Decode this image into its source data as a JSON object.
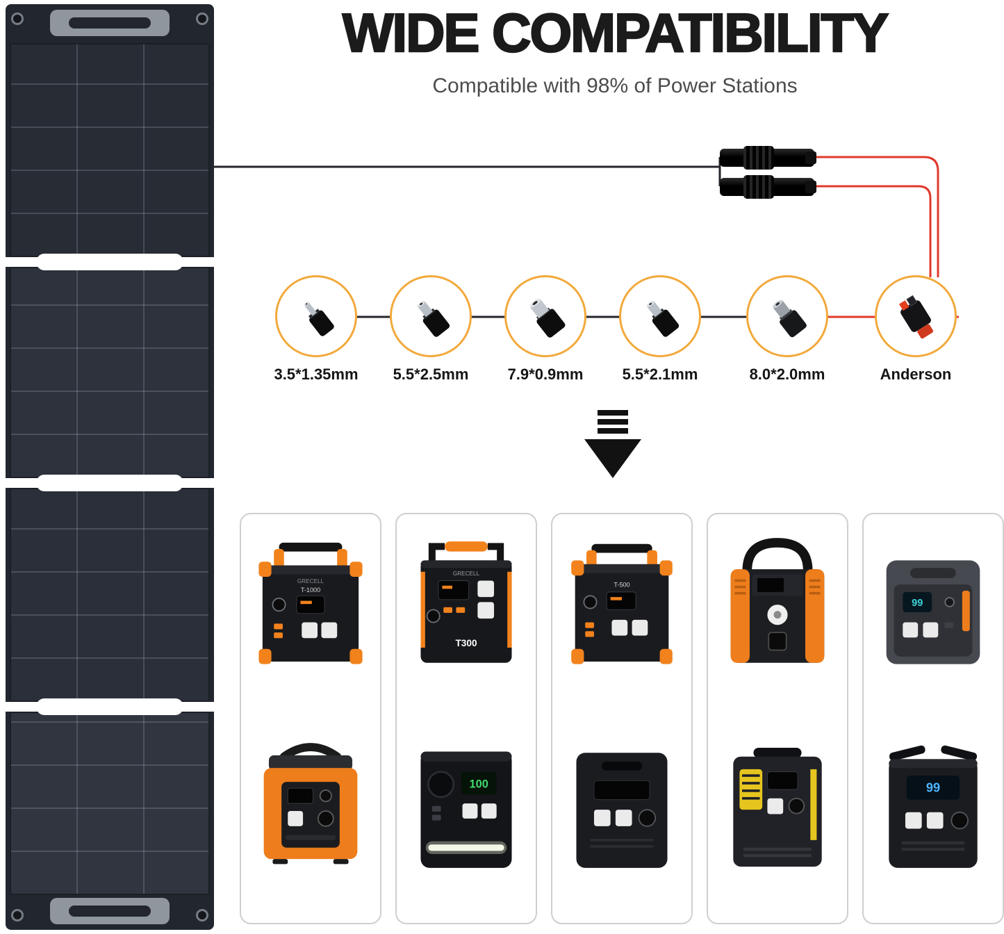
{
  "header": {
    "title": "WIDE COMPATIBILITY",
    "subtitle": "Compatible with 98% of Power Stations"
  },
  "colors": {
    "accent_orange": "#F2A93B",
    "product_orange": "#EE7D1C",
    "wire_red": "#E0392C",
    "wire_black": "#24262C",
    "title_black": "#1B1B1B"
  },
  "connectors": {
    "items": [
      {
        "label": "3.5*1.35mm"
      },
      {
        "label": "5.5*2.5mm"
      },
      {
        "label": "7.9*0.9mm"
      },
      {
        "label": "5.5*2.1mm"
      },
      {
        "label": "8.0*2.0mm"
      },
      {
        "label": "Anderson"
      }
    ]
  },
  "products": {
    "columns": [
      {
        "top": {
          "brand": "GRECELL",
          "label": "T-1000"
        },
        "bottom": {}
      },
      {
        "top": {
          "brand": "GRECELL",
          "label": "T300"
        },
        "bottom": {
          "screen": "100"
        }
      },
      {
        "top": {
          "brand": "GRECELL",
          "label": "T-500"
        },
        "bottom": {}
      },
      {
        "top": {},
        "bottom": {}
      },
      {
        "top": {
          "screen": "99"
        },
        "bottom": {
          "screen": "99"
        }
      }
    ]
  }
}
